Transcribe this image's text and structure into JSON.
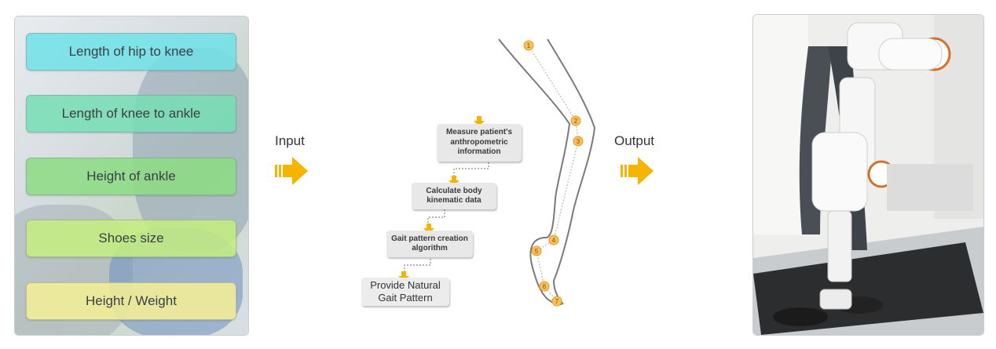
{
  "inputs": [
    "Length of hip to knee",
    "Length of knee to ankle",
    "Height of ankle",
    "Shoes size",
    "Height / Weight"
  ],
  "input_label": "Input",
  "output_label": "Output",
  "flow_steps": [
    "Measure patient's anthropometric information",
    "Calculate body kinematic data",
    "Gait pattern creation algorithm",
    "Provide Natural Gait Pattern"
  ],
  "leg_markers": [
    "1",
    "2",
    "3",
    "4",
    "5",
    "6",
    "7"
  ],
  "colors": {
    "arrow": "#f5b400",
    "marker": "#f6c15a",
    "accent": "#d4702a"
  }
}
